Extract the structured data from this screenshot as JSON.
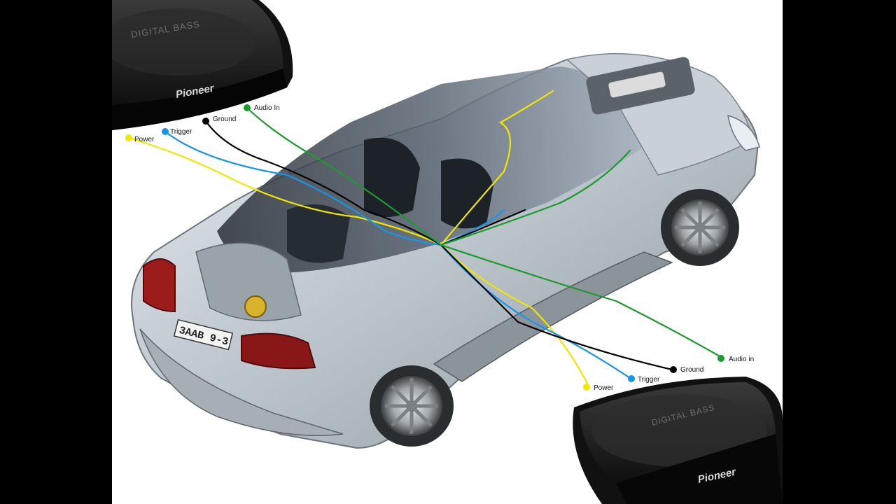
{
  "colors": {
    "power": "#f2e600",
    "trigger": "#1596e8",
    "ground": "#000000",
    "audio": "#1c9a2e"
  },
  "top_unit": {
    "model": "DIGITAL BASS",
    "brand": "Pioneer",
    "labels": {
      "audio": "Audio In",
      "ground": "Ground",
      "trigger": "Trigger",
      "power": "Power"
    }
  },
  "bottom_unit": {
    "model": "DIGITAL BASS",
    "brand": "Pioneer",
    "labels": {
      "audio": "Audio in",
      "ground": "Ground",
      "trigger": "Trigger",
      "power": "Power"
    }
  },
  "car": {
    "plate": "3AAB 9-3"
  }
}
